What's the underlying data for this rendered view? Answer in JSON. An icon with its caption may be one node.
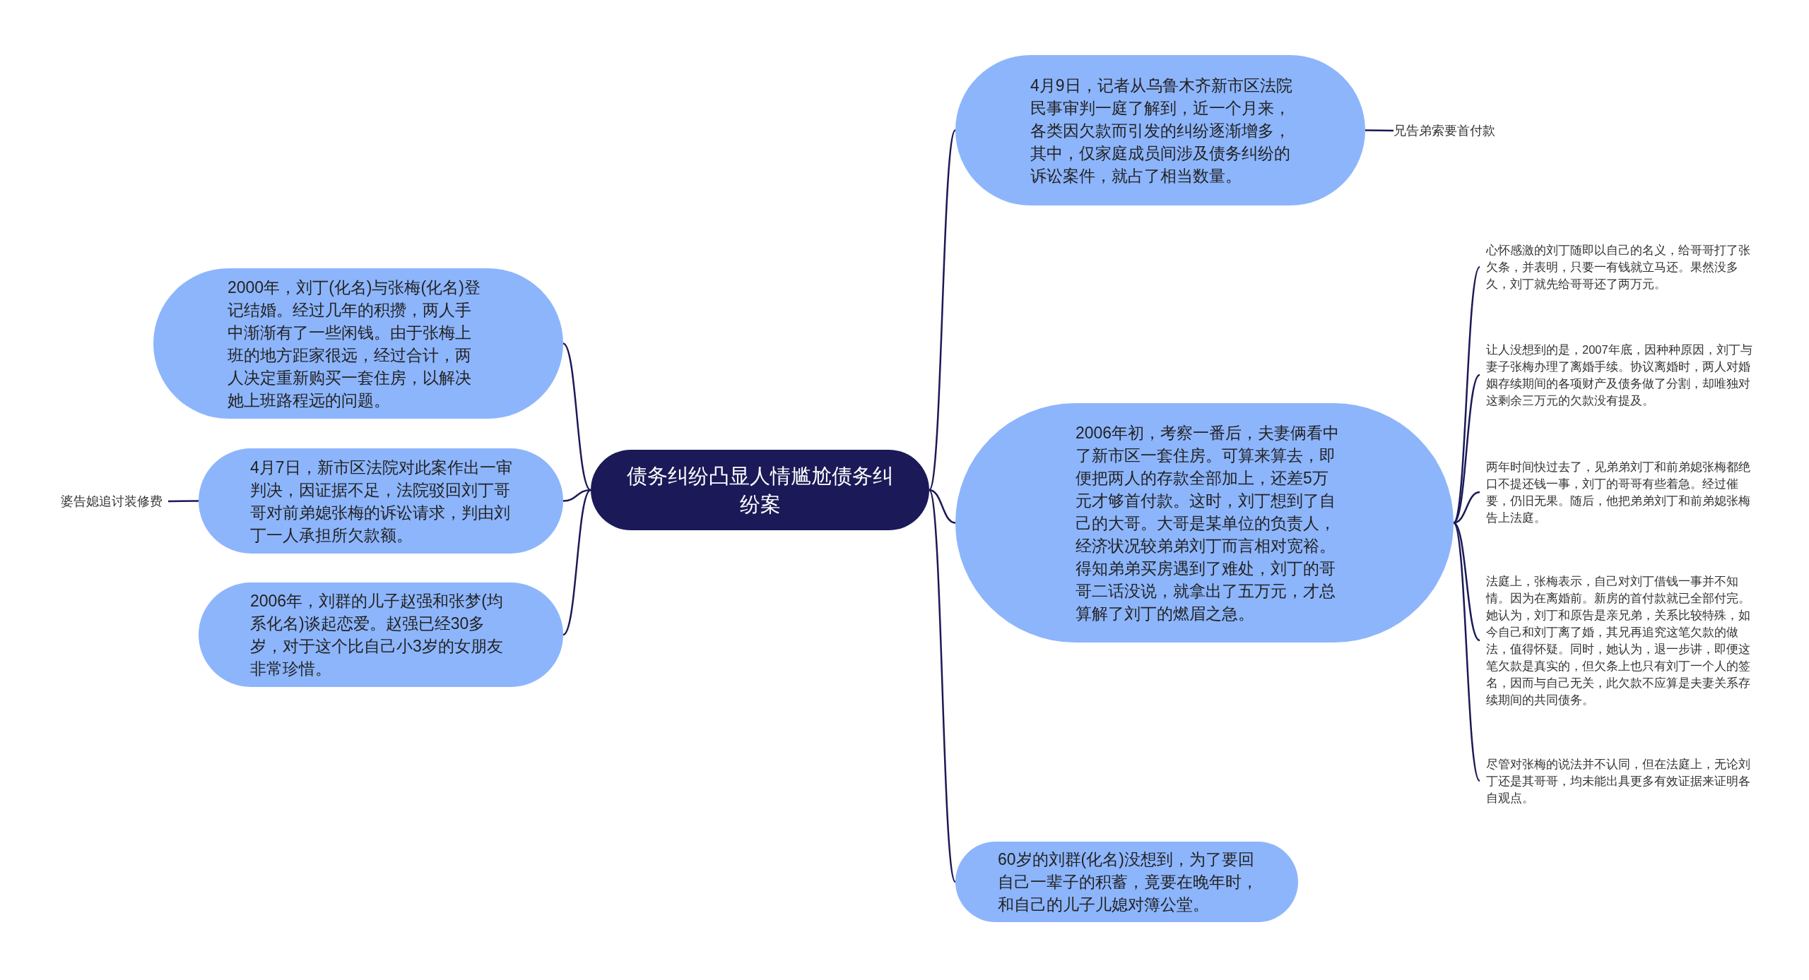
{
  "diagram": {
    "nodes": [
      {
        "text": [
          "债务纠纷凸显人情尴尬债务纠纷案"
        ]
      },
      {
        "text": [
          "4月9日，记者从乌鲁木齐新市区法院民事审判一庭了解到，近一个月来，各类因欠款而引发的纠纷逐渐增多，其中，仅家庭成员间涉及债务纠纷的诉讼案件，就占了相当数量。"
        ]
      },
      {
        "text": [
          "兄告弟索要首付款"
        ]
      },
      {
        "text": [
          "2006年初，考察一番后，夫妻俩看中了新市区一套住房。可算来算去，即便把两人的存款全部加上，还差5万元才够首付款。这时，刘丁想到了自己的大哥。大哥是某单位的负责人，经济状况较弟弟刘丁而言相对宽裕。得知弟弟买房遇到了难处，刘丁的哥哥二话没说，就拿出了五万元，才总算解了刘丁的燃眉之急。"
        ]
      },
      {
        "text": [
          "心怀感激的刘丁随即以自己的名义，给哥哥打了张欠条，并表明，只要一有钱就立马还。果然没多久，刘丁就先给哥哥还了两万元。"
        ]
      },
      {
        "text": [
          "让人没想到的是，2007年底，因种种原因，刘丁与妻子张梅办理了离婚手续。协议离婚时，两人对婚姻存续期间的各项财产及债务做了分割，却唯独对这剩余三万元的欠款没有提及。"
        ]
      },
      {
        "text": [
          "两年时间快过去了，见弟弟刘丁和前弟媳张梅都绝口不提还钱一事，刘丁的哥哥有些着急。经过催要，仍旧无果。随后，他把弟弟刘丁和前弟媳张梅告上法庭。"
        ]
      },
      {
        "text": [
          "法庭上，张梅表示，自己对刘丁借钱一事并不知情。因为在离婚前。新房的首付款就已全部付完。她认为，刘丁和原告是亲兄弟，关系比较特殊，如今自己和刘丁离了婚，其兄再追究这笔欠款的做法，值得怀疑。同时，她认为，退一步讲，即便这笔欠款是真实的，但欠条上也只有刘丁一个人的签名，因而与自己无关，此欠款不应算是夫妻关系存续期间的共同债务。"
        ]
      },
      {
        "text": [
          "尽管对张梅的说法并不认同，但在法庭上，无论刘丁还是其哥哥，均未能出具更多有效证据来证明各自观点。"
        ]
      },
      {
        "text": [
          "60岁的刘群(化名)没想到，为了要回自己一辈子的积蓄，竟要在晚年时，和自己的儿子儿媳对簿公堂。"
        ]
      },
      {
        "text": [
          "2000年，刘丁(化名)与张梅(化名)登记结婚。经过几年的积攒，两人手中渐渐有了一些闲钱。由于张梅上班的地方距家很远，经过合计，两人决定重新购买一套住房，以解决她上班路程远的问题。"
        ]
      },
      {
        "text": [
          "4月7日，新市区法院对此案作出一审判决，因证据不足，法院驳回刘丁哥哥对前弟媳张梅的诉讼请求，判由刘丁一人承担所欠款额。"
        ]
      },
      {
        "text": [
          "婆告媳追讨装修费"
        ]
      },
      {
        "text": [
          "2006年，刘群的儿子赵强和张梦(均系化名)谈起恋爱。赵强已经30多岁，对于这个比自己小3岁的女朋友非常珍惜。"
        ]
      }
    ],
    "edges": [
      {
        "from": 0,
        "to": 1,
        "arrow": "none"
      },
      {
        "from": 1,
        "to": 2,
        "arrow": "none"
      },
      {
        "from": 0,
        "to": 3,
        "arrow": "none"
      },
      {
        "from": 3,
        "to": 4,
        "arrow": "none"
      },
      {
        "from": 3,
        "to": 5,
        "arrow": "none"
      },
      {
        "from": 3,
        "to": 6,
        "arrow": "none"
      },
      {
        "from": 3,
        "to": 7,
        "arrow": "none"
      },
      {
        "from": 3,
        "to": 8,
        "arrow": "none"
      },
      {
        "from": 0,
        "to": 9,
        "arrow": "none"
      },
      {
        "from": 0,
        "to": 10,
        "arrow": "none"
      },
      {
        "from": 0,
        "to": 11,
        "arrow": "none"
      },
      {
        "from": 11,
        "to": 12,
        "arrow": "none"
      },
      {
        "from": 0,
        "to": 13,
        "arrow": "none"
      }
    ]
  }
}
